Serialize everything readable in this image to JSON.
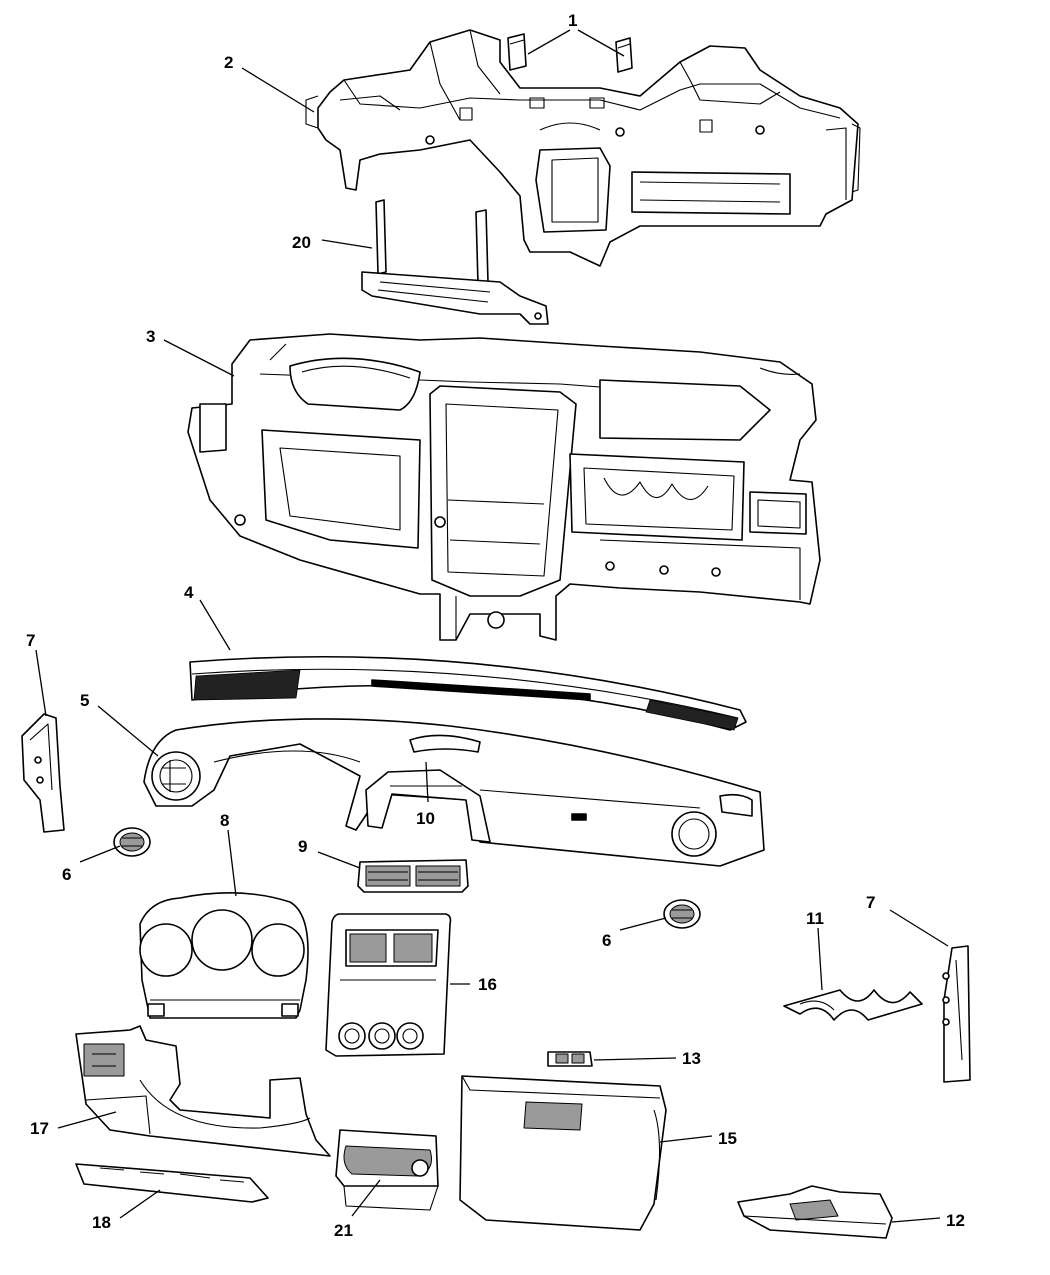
{
  "diagram": {
    "callouts": [
      {
        "id": "1",
        "label": "1"
      },
      {
        "id": "2",
        "label": "2"
      },
      {
        "id": "3",
        "label": "3"
      },
      {
        "id": "4",
        "label": "4"
      },
      {
        "id": "5",
        "label": "5"
      },
      {
        "id": "6a",
        "label": "6"
      },
      {
        "id": "6b",
        "label": "6"
      },
      {
        "id": "7a",
        "label": "7"
      },
      {
        "id": "7b",
        "label": "7"
      },
      {
        "id": "8",
        "label": "8"
      },
      {
        "id": "9",
        "label": "9"
      },
      {
        "id": "10",
        "label": "10"
      },
      {
        "id": "11",
        "label": "11"
      },
      {
        "id": "12",
        "label": "12"
      },
      {
        "id": "13",
        "label": "13"
      },
      {
        "id": "15",
        "label": "15"
      },
      {
        "id": "16",
        "label": "16"
      },
      {
        "id": "17",
        "label": "17"
      },
      {
        "id": "18",
        "label": "18"
      },
      {
        "id": "20",
        "label": "20"
      },
      {
        "id": "21",
        "label": "21"
      }
    ]
  }
}
